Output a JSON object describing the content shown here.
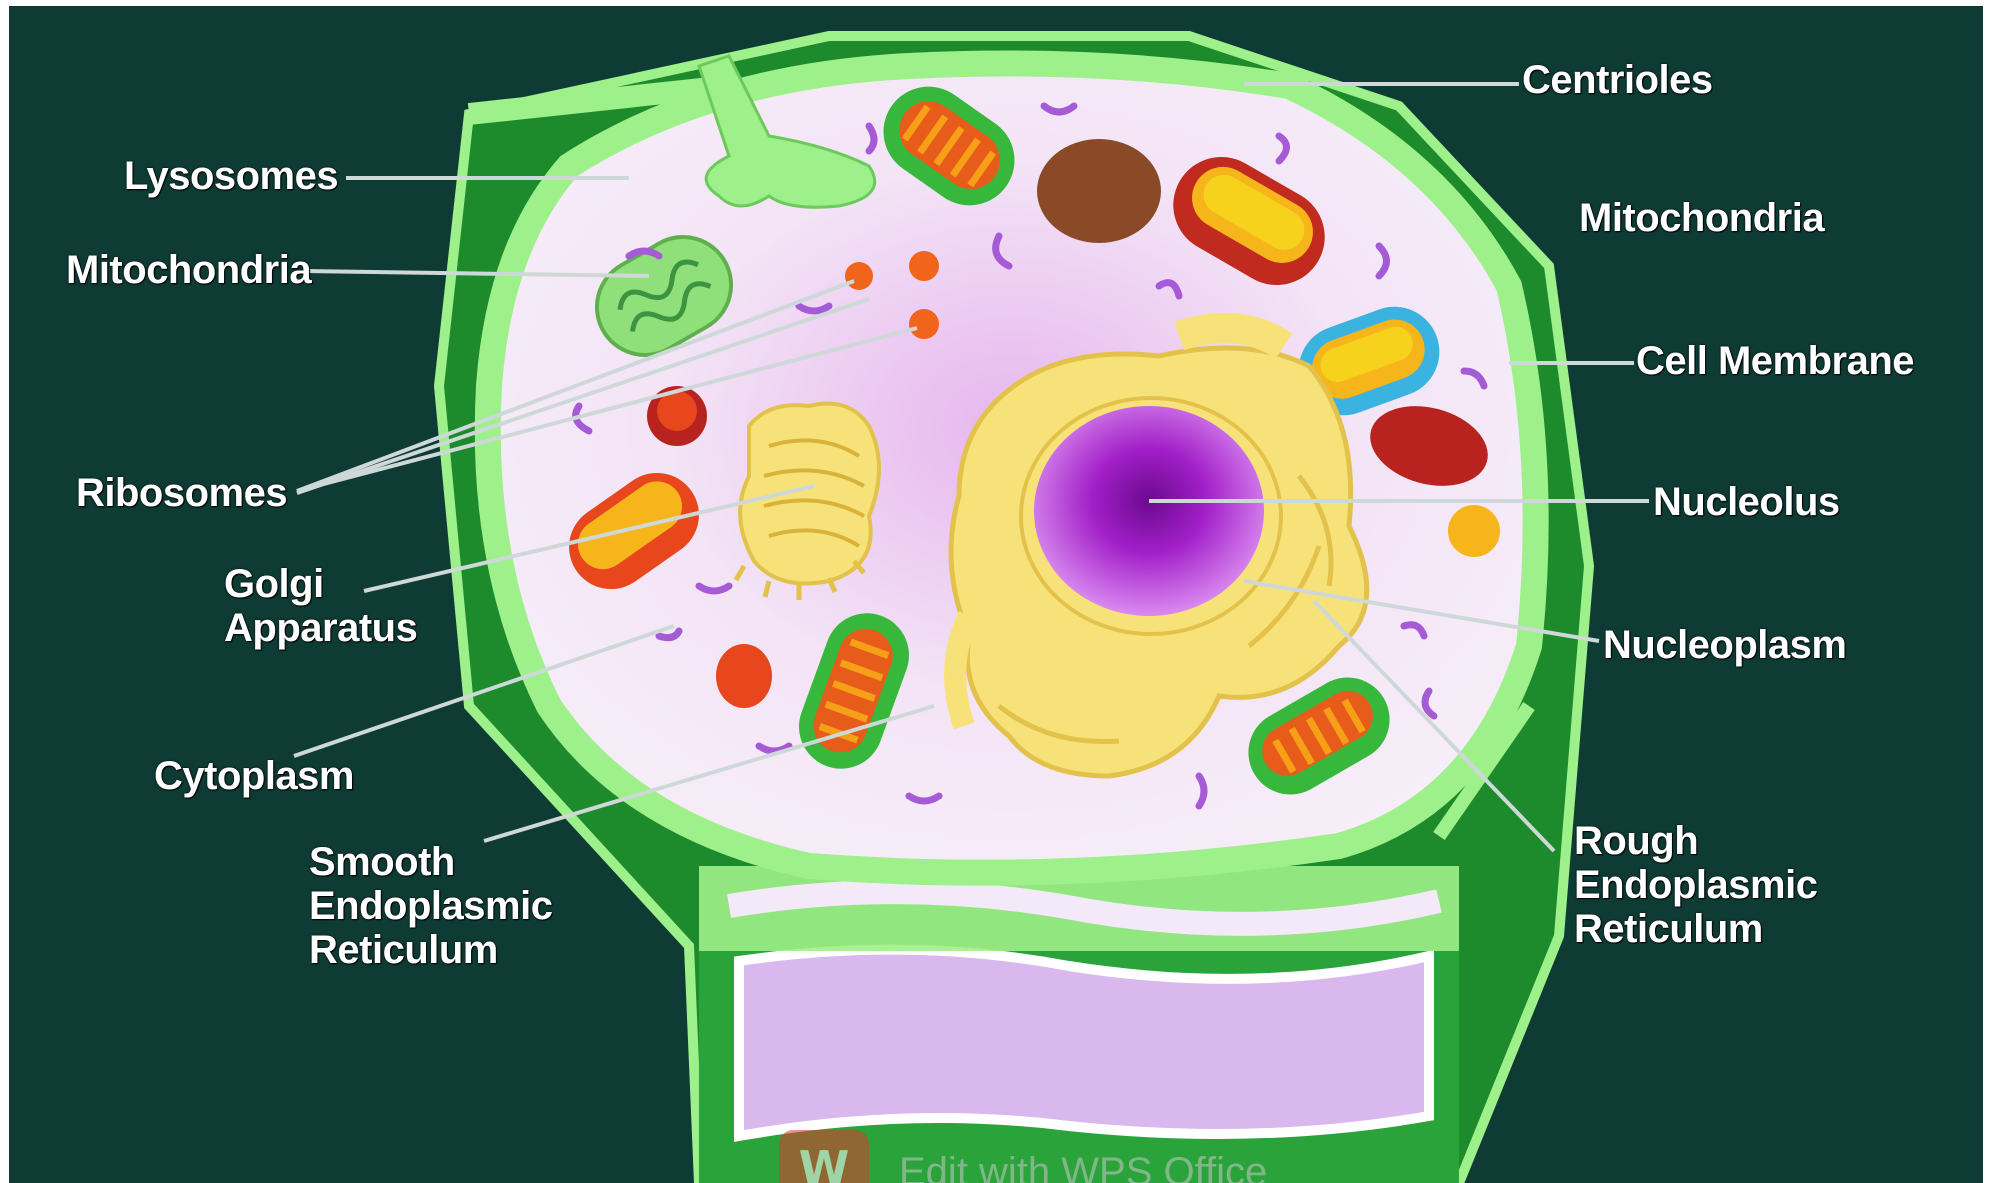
{
  "labels": {
    "centrioles": "Centrioles",
    "lysosomes": "Lysosomes",
    "mitochondria_right": "Mitochondria",
    "mitochondria_left": "Mitochondria",
    "cell_membrane": "Cell Membrane",
    "ribosomes": "Ribosomes",
    "nucleolus": "Nucleolus",
    "golgi_apparatus": [
      "Golgi",
      "Apparatus"
    ],
    "nucleoplasm": "Nucleoplasm",
    "cytoplasm": "Cytoplasm",
    "smooth_er": [
      "Smooth",
      "Endoplasmic",
      "Reticulum"
    ],
    "rough_er": [
      "Rough",
      "Endoplasmic",
      "Reticulum"
    ]
  },
  "watermark": {
    "logo": "W",
    "text": "Edit with WPS Office"
  },
  "colors": {
    "background": "#0f3b35",
    "cell_wall": "#1f8a2c",
    "cell_membrane": "#9ef08a",
    "cytoplasm": "#f3e6f7",
    "nucleus": "#b21fd6",
    "endoplasmic_reticulum": "#f7e27a",
    "label_text": "#ffffff"
  }
}
